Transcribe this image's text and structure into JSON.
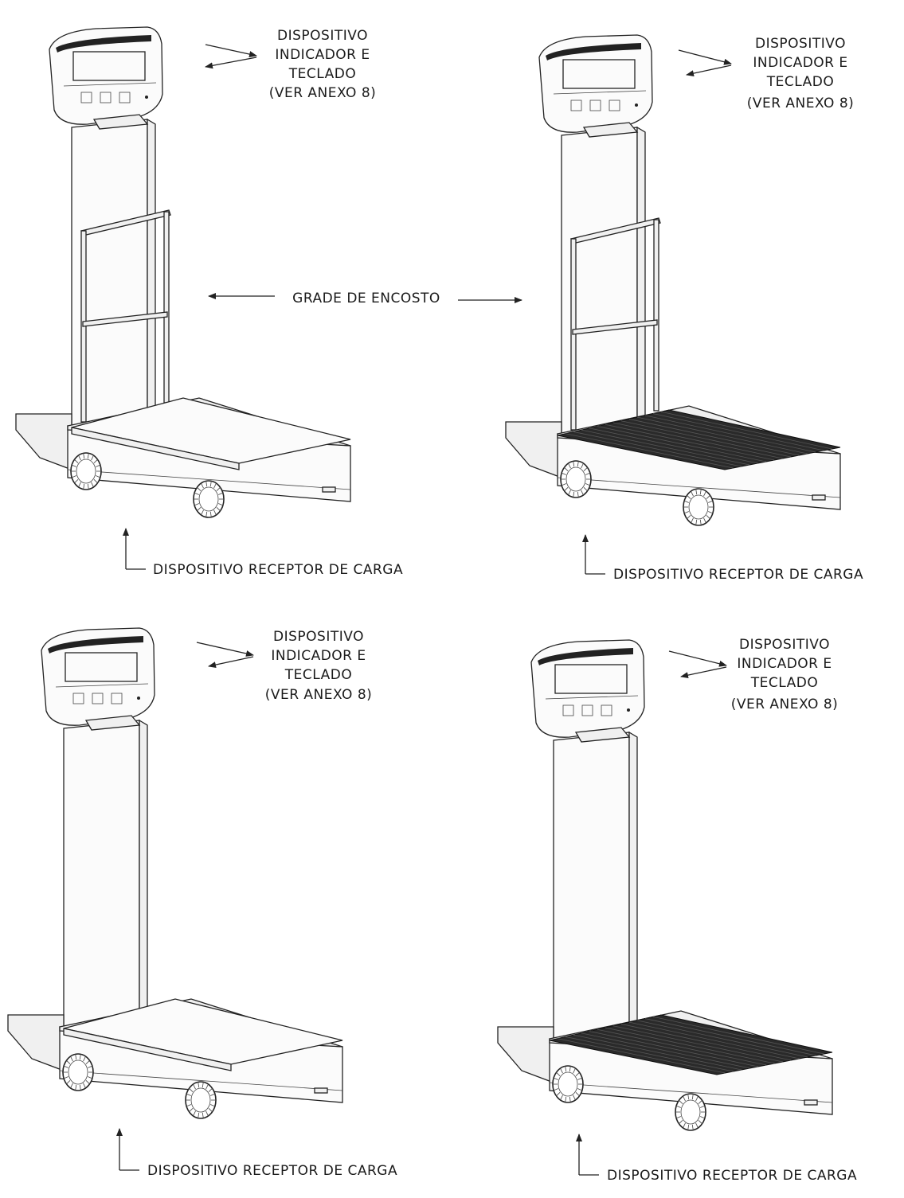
{
  "callouts": {
    "indicator": [
      "DISPOSITIVO",
      "INDICADOR E",
      "TECLADO",
      "(VER ANEXO 8)"
    ],
    "backrest": "GRADE DE ENCOSTO",
    "receiver": "DISPOSITIVO RECEPTOR DE CARGA"
  },
  "scales": [
    {
      "id": "top-left",
      "backrest": true,
      "mat": false
    },
    {
      "id": "top-right",
      "backrest": true,
      "mat": true
    },
    {
      "id": "bottom-left",
      "backrest": false,
      "mat": false
    },
    {
      "id": "bottom-right",
      "backrest": false,
      "mat": true
    }
  ]
}
